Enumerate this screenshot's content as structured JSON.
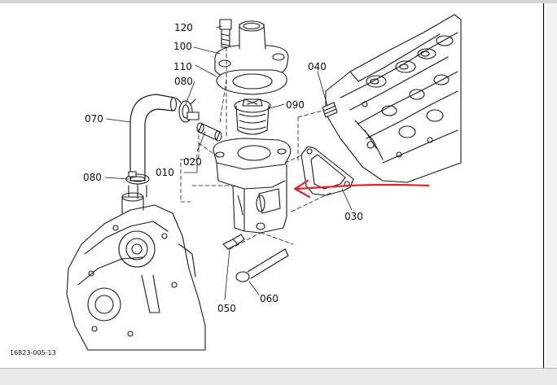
{
  "diagram": {
    "labels": {
      "p120": "120",
      "p100": "100",
      "p110": "110",
      "p080_top": "080",
      "p070": "070",
      "p020": "020",
      "p010": "010",
      "p080_bottom": "080",
      "p090": "090",
      "p040": "040",
      "p030": "030",
      "p050": "050",
      "p060": "060"
    },
    "drawing_code": "16823-005-13",
    "colors": {
      "line": "#1a1a1a",
      "arrow": "#e0242a"
    }
  }
}
